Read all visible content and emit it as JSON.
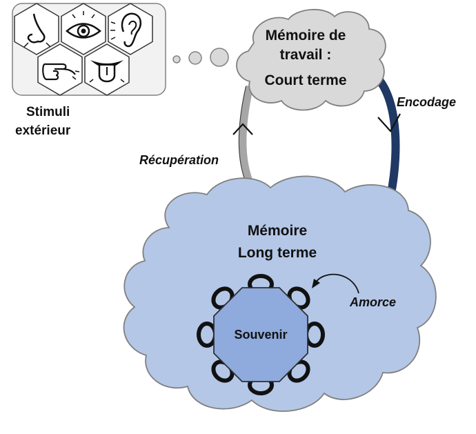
{
  "stimuli": {
    "label_line1": "Stimuli",
    "label_line2": "extérieur",
    "icons": [
      "nose-icon",
      "eye-icon",
      "ear-icon",
      "pointing-hand-icon",
      "tongue-icon"
    ]
  },
  "working_memory": {
    "line1": "Mémoire de",
    "line2": "travail :",
    "line3": "Court terme"
  },
  "long_term_memory": {
    "line1": "Mémoire",
    "line2": "Long terme"
  },
  "souvenir": {
    "label": "Souvenir"
  },
  "arrows": {
    "encodage": "Encodage",
    "recuperation": "Récupération",
    "amorce": "Amorce"
  },
  "colors": {
    "stimuli_panel": "#F2F2F2",
    "working_cloud": "#D9D9D9",
    "long_term_cloud": "#B4C7E7",
    "souvenir_fill": "#8FAADC",
    "encodage_arc": "#1F3864",
    "recuperation_arc": "#A6A6A6"
  }
}
